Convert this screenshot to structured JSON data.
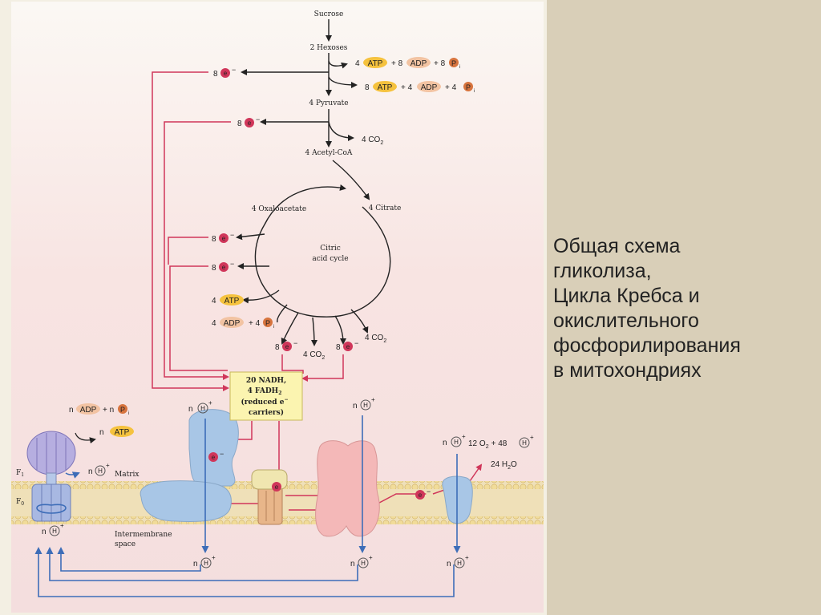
{
  "slide": {
    "caption_lines": [
      "Общая схема",
      "гликолиза,",
      "Цикла Кребса и",
      "окислительного",
      "фосфорилирования",
      "в митохондриях"
    ]
  },
  "diagram": {
    "sucrose": "Sucrose",
    "hexoses": "2 Hexoses",
    "pyruvate": "4 Pyruvate",
    "acetyl_coa": "4 Acetyl-CoA",
    "oxaloacetate": "4 Oxaloacetate",
    "citrate": "4 Citrate",
    "cycle_line1": "Citric",
    "cycle_line2": "acid cycle",
    "co2_pyruvate": "4 CO",
    "co2_cycle_a": "4 CO",
    "co2_cycle_b": "4 CO",
    "atp_consumed_coef": "4",
    "adp_produced_coef": "+ 8",
    "pi_produced_coef": "+ 8",
    "atp_produced_coef": "8",
    "adp_consumed_coef": "+ 4",
    "pi_consumed_coef": "+ 4",
    "cycle_atp_coef": "4",
    "cycle_adp_coef": "4",
    "cycle_pi_coef": "+ 4",
    "atp": "ATP",
    "adp": "ADP",
    "pi": "P",
    "pi_sub": "i",
    "electron_8": "8",
    "electron": "e",
    "electron_minus": "−",
    "carriers_line1": "20 NADH,",
    "carriers_line2": "4 FADH",
    "carriers_line3": "(reduced e",
    "carriers_line4": "carriers)",
    "n": "n",
    "h": "H",
    "plus": "+",
    "n_adp_prefix": "n",
    "n_pi_prefix": "+ n",
    "n_atp_prefix": "n",
    "matrix": "Matrix",
    "intermembrane_line1": "Intermembrane",
    "intermembrane_line2": "space",
    "f1": "F",
    "f1_sub": "1",
    "f0": "F",
    "f0_sub": "0",
    "oxygen_eq": "12 O",
    "oxygen_plus": "+ 48",
    "water": "24 H",
    "water_tail": "O",
    "sub2": "2"
  }
}
